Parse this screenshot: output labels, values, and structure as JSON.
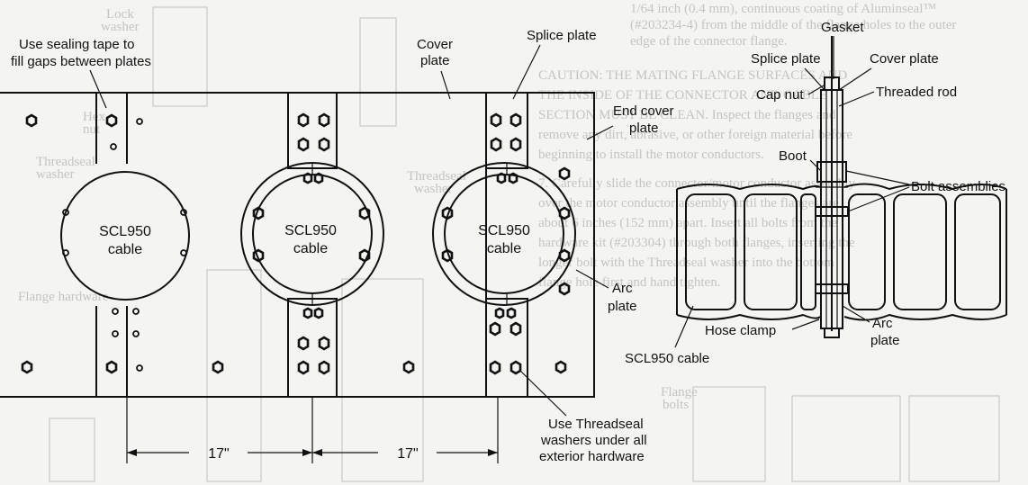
{
  "labels": {
    "sealing_tape_line1": "Use sealing tape to",
    "sealing_tape_line2": "fill gaps between plates",
    "cover_plate_line1": "Cover",
    "cover_plate_line2": "plate",
    "splice_plate_top": "Splice plate",
    "end_cover_line1": "End cover",
    "end_cover_line2": "plate",
    "cable_name": "SCL950",
    "cable_word": "cable",
    "arc_plate_line1": "Arc",
    "arc_plate_line2": "plate",
    "threadseal_line1": "Use  Threadseal",
    "threadseal_line2": "washers under all",
    "threadseal_line3": "exterior hardware",
    "dim_left": "17\"",
    "dim_right": "17\"",
    "gasket": "Gasket",
    "splice_plate_side": "Splice plate",
    "cover_plate_side": "Cover plate",
    "cap_nut": "Cap nut",
    "threaded_rod": "Threaded rod",
    "boot": "Boot",
    "bolt_assemblies": "Bolt assemblies",
    "hose_clamp": "Hose clamp",
    "arc_plate_side_line1": "Arc",
    "arc_plate_side_line2": "plate",
    "scl950_cable": "SCL950 cable"
  },
  "background_text": {
    "line1": "1/64 inch (0.4 mm), continuous coating of Aluminseal™",
    "line2": "(#203234-4) from the middle of the flange holes to the outer",
    "line3": "edge of the connector flange.",
    "line4": "CAUTION: THE MATING FLANGE SURFACES AND",
    "line5": "THE INSIDE OF THE CONNECTOR AND CABLE",
    "line6": "SECTION MUST BE CLEAN.  Inspect the flanges and",
    "line7": "remove any dirt, abrasive, or other foreign material before",
    "line8": "beginning to install the motor conductors.",
    "line9": "7.  Carefully slide the connector/motor conductor assembly",
    "line10": "over the motor conductor assembly until the flanges are",
    "line11": "about 6 inches (152 mm) apart. Insert all bolts from the",
    "line12": "hardware kit (#203304) through both flanges, inserting the",
    "line13": "longer bolt with the Threadseal washer into the bottom",
    "line14": "flange hole first and hand tighten.",
    "ghost_a": "Lock",
    "ghost_b": "washer",
    "ghost_c": "Hex",
    "ghost_d": "nut",
    "ghost_e": "Threadseal",
    "ghost_f": "washer",
    "ghost_g": "Flange hardware",
    "ghost_h": "Threadseal",
    "ghost_i": "washer",
    "ghost_j": "Flange",
    "ghost_k": "bolts"
  }
}
